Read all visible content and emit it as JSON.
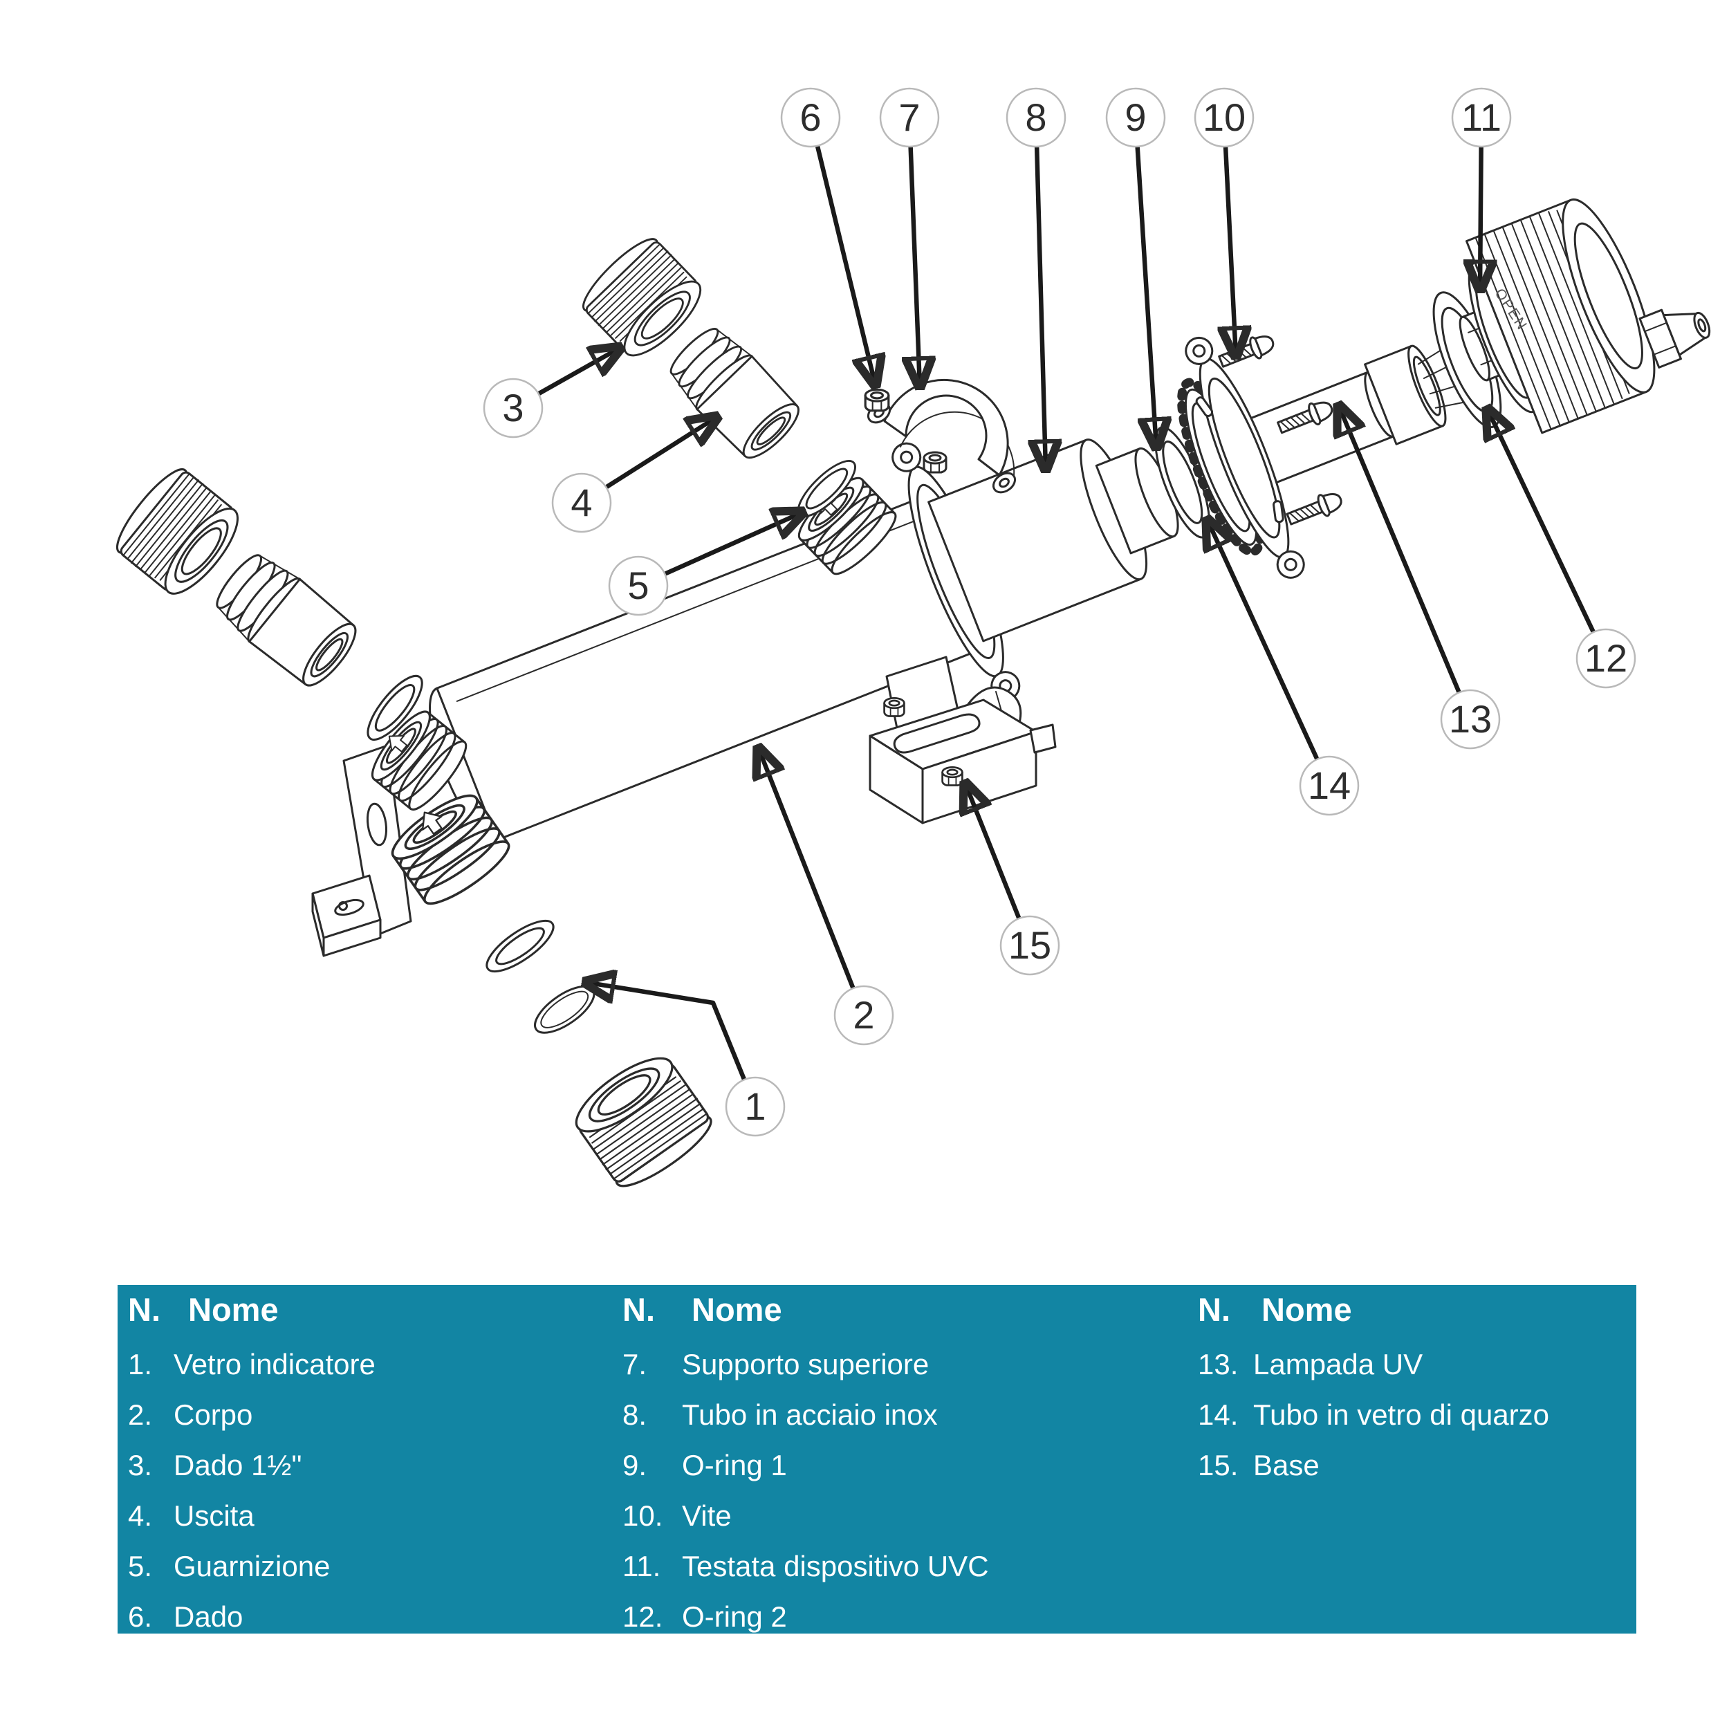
{
  "colors": {
    "table_background": "#1285A3",
    "table_text": "#ffffff",
    "line_art": "#2b2b2b",
    "leader_line": "#1a1a1a",
    "callout_ring": "#b9b9b9",
    "callout_number": "#2d2d2d",
    "page_background": "#ffffff"
  },
  "diagram": {
    "head_label": "OPEN",
    "description": "exploded-view line drawing of UVC clarifier"
  },
  "callouts": [
    {
      "n": "1",
      "c": [
        1092,
        1600
      ],
      "pts": [
        [
          1031,
          1450
        ],
        [
          845,
          1420
        ]
      ]
    },
    {
      "n": "2",
      "c": [
        1249,
        1468
      ],
      "pts": [
        [
          1096,
          1080
        ]
      ]
    },
    {
      "n": "3",
      "c": [
        742,
        590
      ],
      "pts": [
        [
          898,
          502
        ]
      ]
    },
    {
      "n": "4",
      "c": [
        841,
        727
      ],
      "pts": [
        [
          1038,
          602
        ]
      ]
    },
    {
      "n": "5",
      "c": [
        923,
        847
      ],
      "pts": [
        [
          1162,
          740
        ]
      ]
    },
    {
      "n": "6",
      "c": [
        1172,
        170
      ],
      "pts": [
        [
          1266,
          558
        ]
      ]
    },
    {
      "n": "7",
      "c": [
        1315,
        170
      ],
      "pts": [
        [
          1330,
          560
        ]
      ]
    },
    {
      "n": "8",
      "c": [
        1498,
        170
      ],
      "pts": [
        [
          1512,
          680
        ]
      ]
    },
    {
      "n": "9",
      "c": [
        1642,
        170
      ],
      "pts": [
        [
          1672,
          648
        ]
      ]
    },
    {
      "n": "10",
      "c": [
        1770,
        170
      ],
      "pts": [
        [
          1787,
          516
        ]
      ]
    },
    {
      "n": "11",
      "c": [
        2142,
        170
      ],
      "pts": [
        [
          2140,
          420
        ]
      ]
    },
    {
      "n": "12",
      "c": [
        2322,
        952
      ],
      "pts": [
        [
          2150,
          590
        ]
      ]
    },
    {
      "n": "13",
      "c": [
        2126,
        1040
      ],
      "pts": [
        [
          1935,
          585
        ]
      ]
    },
    {
      "n": "14",
      "c": [
        1922,
        1136
      ],
      "pts": [
        [
          1745,
          750
        ]
      ]
    },
    {
      "n": "15",
      "c": [
        1489,
        1367
      ],
      "pts": [
        [
          1395,
          1131
        ]
      ]
    }
  ],
  "table": {
    "columns": [
      {
        "header_num": "N.",
        "header_name": "Nome",
        "items": [
          {
            "num": "1.",
            "name": "Vetro indicatore"
          },
          {
            "num": "2.",
            "name": "Corpo"
          },
          {
            "num": "3.",
            "name": "Dado 1½\""
          },
          {
            "num": "4.",
            "name": "Uscita"
          },
          {
            "num": "5.",
            "name": "Guarnizione"
          },
          {
            "num": "6.",
            "name": "Dado"
          }
        ]
      },
      {
        "header_num": "N.",
        "header_name": "Nome",
        "items": [
          {
            "num": "7.",
            "name": "Supporto superiore"
          },
          {
            "num": "8.",
            "name": "Tubo in acciaio inox"
          },
          {
            "num": "9.",
            "name": "O-ring 1"
          },
          {
            "num": "10.",
            "name": "Vite"
          },
          {
            "num": "11.",
            "name": "Testata dispositivo UVC"
          },
          {
            "num": "12.",
            "name": "O-ring 2"
          }
        ]
      },
      {
        "header_num": "N.",
        "header_name": "Nome",
        "items": [
          {
            "num": "13.",
            "name": "Lampada UV"
          },
          {
            "num": "14.",
            "name": "Tubo in vetro di quarzo"
          },
          {
            "num": "15.",
            "name": "Base"
          }
        ]
      }
    ]
  }
}
